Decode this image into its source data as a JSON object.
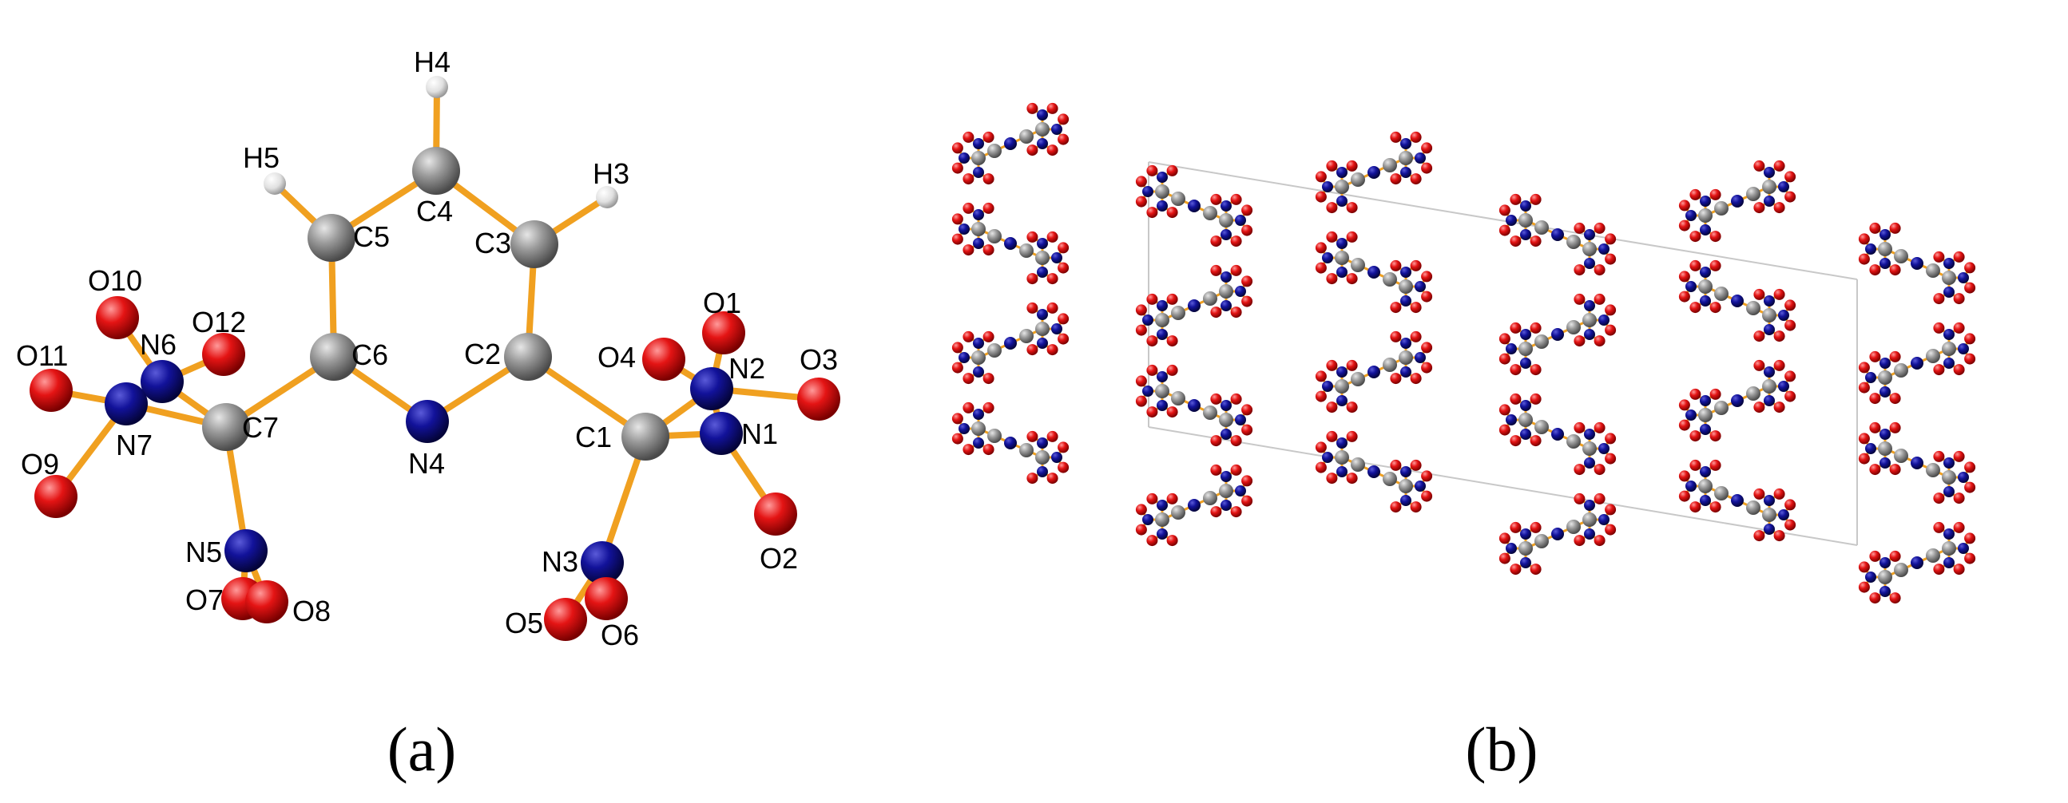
{
  "panel_a": {
    "caption": "(a)",
    "atoms": [
      {
        "id": "C1",
        "element": "C"
      },
      {
        "id": "C2",
        "element": "C"
      },
      {
        "id": "C3",
        "element": "C"
      },
      {
        "id": "C4",
        "element": "C"
      },
      {
        "id": "C5",
        "element": "C"
      },
      {
        "id": "C6",
        "element": "C"
      },
      {
        "id": "C7",
        "element": "C"
      },
      {
        "id": "H3",
        "element": "H"
      },
      {
        "id": "H4",
        "element": "H"
      },
      {
        "id": "H5",
        "element": "H"
      },
      {
        "id": "N1",
        "element": "N"
      },
      {
        "id": "N2",
        "element": "N"
      },
      {
        "id": "N3",
        "element": "N"
      },
      {
        "id": "N4",
        "element": "N"
      },
      {
        "id": "N5",
        "element": "N"
      },
      {
        "id": "N6",
        "element": "N"
      },
      {
        "id": "N7",
        "element": "N"
      },
      {
        "id": "O1",
        "element": "O"
      },
      {
        "id": "O2",
        "element": "O"
      },
      {
        "id": "O3",
        "element": "O"
      },
      {
        "id": "O4",
        "element": "O"
      },
      {
        "id": "O5",
        "element": "O"
      },
      {
        "id": "O6",
        "element": "O"
      },
      {
        "id": "O7",
        "element": "O"
      },
      {
        "id": "O8",
        "element": "O"
      },
      {
        "id": "O9",
        "element": "O"
      },
      {
        "id": "O10",
        "element": "O"
      },
      {
        "id": "O11",
        "element": "O"
      },
      {
        "id": "O12",
        "element": "O"
      }
    ],
    "bonds": [
      [
        "C4",
        "H4"
      ],
      [
        "C4",
        "C5"
      ],
      [
        "C4",
        "C3"
      ],
      [
        "C5",
        "H5"
      ],
      [
        "C3",
        "H3"
      ],
      [
        "C5",
        "C6"
      ],
      [
        "C3",
        "C2"
      ],
      [
        "C6",
        "N4"
      ],
      [
        "C2",
        "N4"
      ],
      [
        "C6",
        "C7"
      ],
      [
        "C2",
        "C1"
      ],
      [
        "C1",
        "N1"
      ],
      [
        "C1",
        "N2"
      ],
      [
        "C1",
        "N3"
      ],
      [
        "N1",
        "O2"
      ],
      [
        "N1",
        "N2"
      ],
      [
        "N2",
        "O1"
      ],
      [
        "N2",
        "O3"
      ],
      [
        "N2",
        "O4"
      ],
      [
        "N3",
        "O5"
      ],
      [
        "N3",
        "O6"
      ],
      [
        "C7",
        "N6"
      ],
      [
        "C7",
        "N7"
      ],
      [
        "C7",
        "N5"
      ],
      [
        "N5",
        "O7"
      ],
      [
        "N5",
        "O8"
      ],
      [
        "N6",
        "O10"
      ],
      [
        "N6",
        "O12"
      ],
      [
        "N7",
        "O9"
      ],
      [
        "N7",
        "O11"
      ],
      [
        "N6",
        "N7"
      ]
    ]
  },
  "panel_b": {
    "caption": "(b)"
  },
  "colors": {
    "carbon": "#8a8a8a",
    "hydrogen": "#e4e4e4",
    "nitrogen": "#0a0a8c",
    "oxygen": "#e01010",
    "bond": "#f0a020",
    "cell": "#c8c8c8"
  }
}
